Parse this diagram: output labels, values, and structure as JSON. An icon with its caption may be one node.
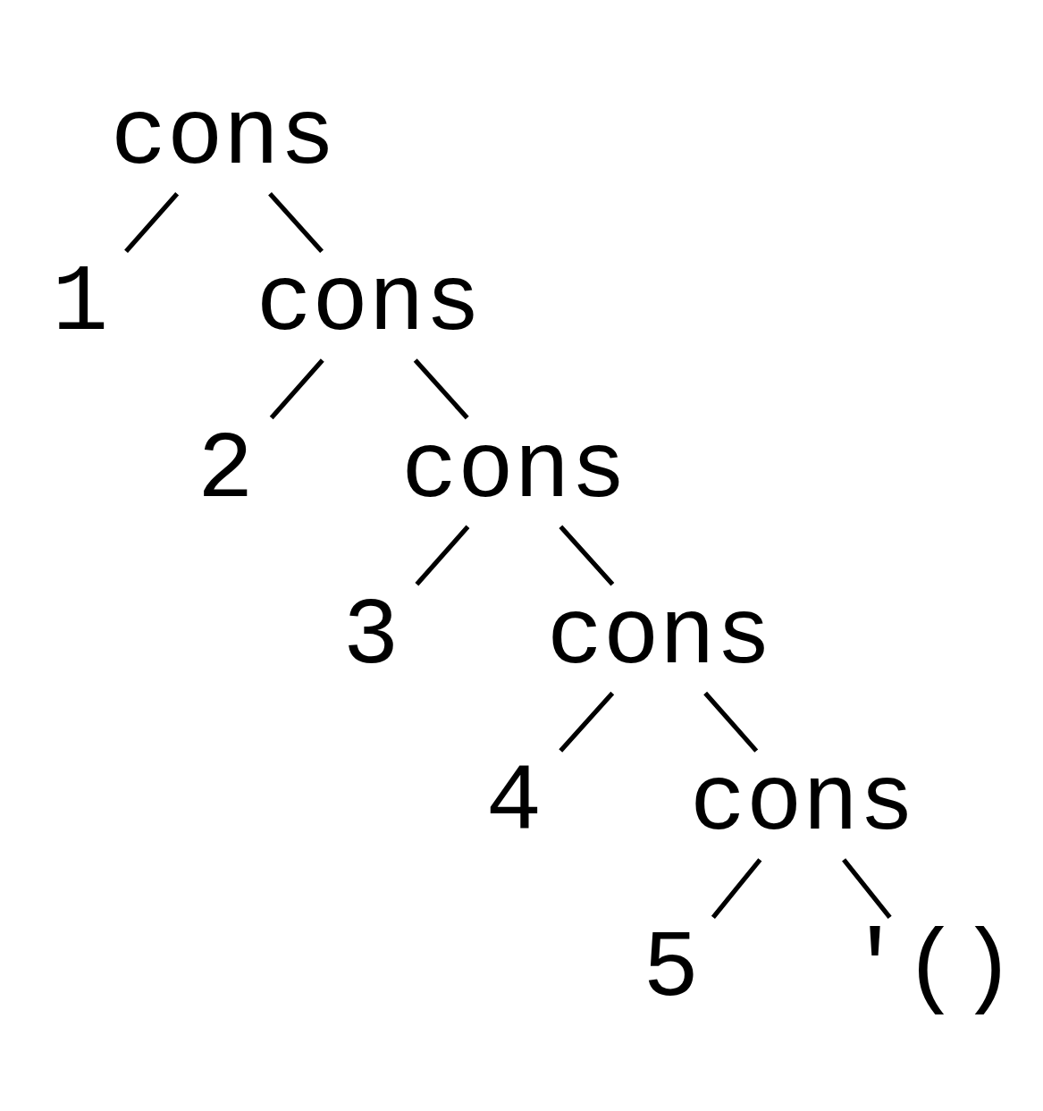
{
  "diagram": {
    "nodes": [
      {
        "text": [
          "cons"
        ]
      },
      {
        "text": [
          "1"
        ]
      },
      {
        "text": [
          "cons"
        ]
      },
      {
        "text": [
          "2"
        ]
      },
      {
        "text": [
          "cons"
        ]
      },
      {
        "text": [
          "3"
        ]
      },
      {
        "text": [
          "cons"
        ]
      },
      {
        "text": [
          "4"
        ]
      },
      {
        "text": [
          "cons"
        ]
      },
      {
        "text": [
          "5"
        ]
      },
      {
        "text": [
          "'()"
        ]
      }
    ],
    "edges": [
      {
        "from": 0,
        "to": 1,
        "arrow": "none"
      },
      {
        "from": 0,
        "to": 2,
        "arrow": "none"
      },
      {
        "from": 2,
        "to": 3,
        "arrow": "none"
      },
      {
        "from": 2,
        "to": 4,
        "arrow": "none"
      },
      {
        "from": 4,
        "to": 5,
        "arrow": "none"
      },
      {
        "from": 4,
        "to": 6,
        "arrow": "none"
      },
      {
        "from": 6,
        "to": 7,
        "arrow": "none"
      },
      {
        "from": 6,
        "to": 8,
        "arrow": "none"
      },
      {
        "from": 8,
        "to": 9,
        "arrow": "none"
      },
      {
        "from": 8,
        "to": 10,
        "arrow": "none"
      }
    ]
  }
}
